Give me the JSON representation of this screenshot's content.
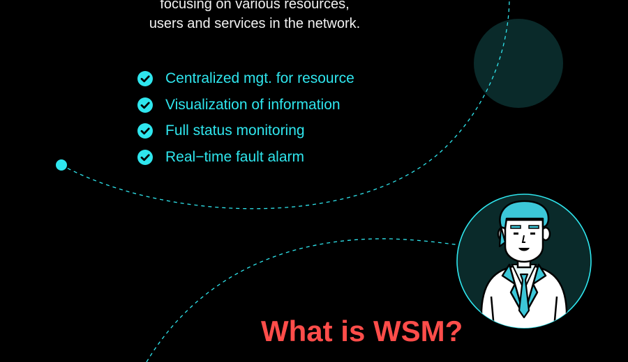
{
  "intro": {
    "lines": [
      "focusing on various resources,",
      "users and services in the network."
    ]
  },
  "features": [
    {
      "label": "Centralized mgt. for resource",
      "icon": "check-circle-icon"
    },
    {
      "label": "Visualization of information",
      "icon": "check-circle-icon"
    },
    {
      "label": "Full status monitoring",
      "icon": "check-circle-icon"
    },
    {
      "label": "Real−time fault alarm",
      "icon": "check-circle-icon"
    }
  ],
  "headline": "What is WSM?",
  "colors": {
    "background": "#000000",
    "accent": "#2fe6ee",
    "headline": "#ff4d4a",
    "circle_fill": "#0a2a2a",
    "text": "#f2f2f2"
  },
  "avatar": {
    "icon": "businessman-avatar-icon"
  }
}
